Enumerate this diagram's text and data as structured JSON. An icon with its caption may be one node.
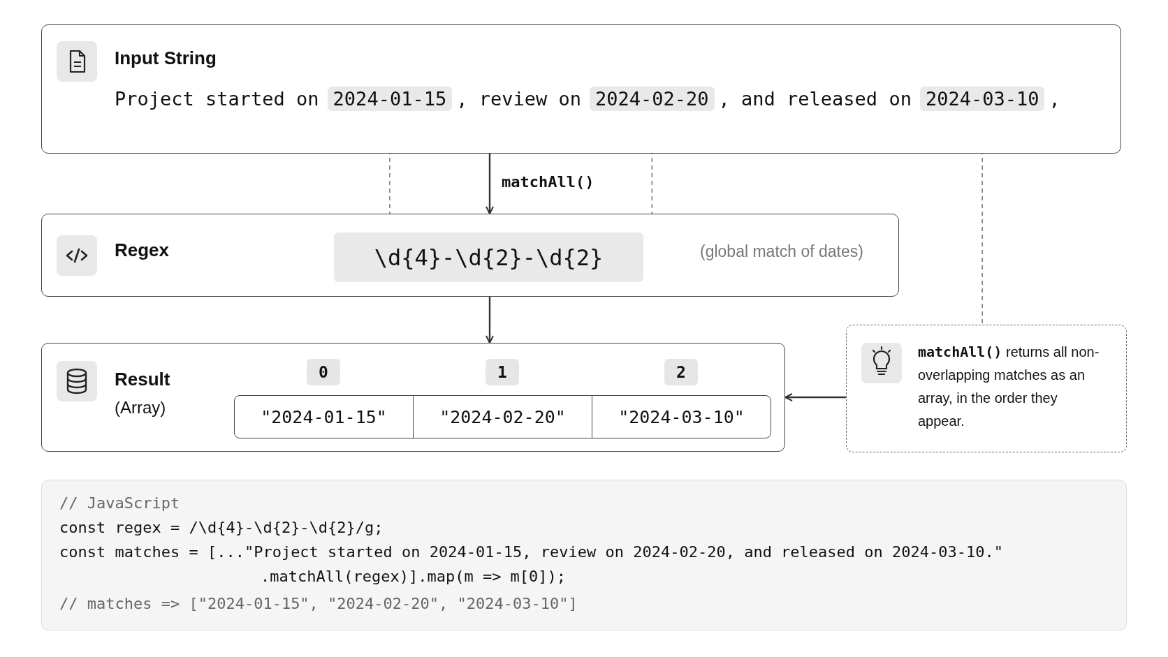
{
  "diagram": {
    "nodes": [
      {
        "text": [
          "Input String"
        ]
      },
      {
        "text": [
          "2024-01-15"
        ],
        "in": 0
      },
      {
        "text": [
          "2024-02-20"
        ],
        "in": 0
      },
      {
        "text": [
          "2024-03-10"
        ],
        "in": 0
      },
      {
        "text": [
          "Regex",
          "(global match of dates)"
        ]
      },
      {
        "text": [
          "\\d{4}-\\d{2}-\\d{2}"
        ],
        "in": 4
      },
      {
        "text": [
          "Result",
          "(Array)"
        ]
      },
      {
        "text": [
          "\"2024-01-15\""
        ],
        "in": 6,
        "beside": [
          "0"
        ]
      },
      {
        "text": [
          "\"2024-02-20\""
        ],
        "in": 6,
        "beside": [
          "1"
        ]
      },
      {
        "text": [
          "\"2024-03-10\""
        ],
        "in": 6,
        "beside": [
          "2"
        ]
      },
      {
        "text": [
          "**matchAll()** returns all non-overlapping matches as an array, in the order they appear."
        ]
      },
      {
        "text": [
          "// JavaScript",
          "const regex = /\\d{4}-\\d{2}-\\d{2}/g;",
          "const matches = [...\"Project started on 2024-01-15, review on 2024-02-20, and released on 2024-03-10.\"",
          ".matchAll(regex)].map(m => m[0]);",
          "// matches => [\"2024-01-15\", \"2024-02-20\", \"2024-03-10\"]"
        ]
      }
    ],
    "edges": [
      {
        "from": 0,
        "to": 4,
        "arrow": "to",
        "label": "matchAll()"
      },
      {
        "from": 1,
        "to": 4,
        "arrow": "other",
        "style": "dashed"
      },
      {
        "from": 2,
        "to": 4,
        "arrow": "other",
        "style": "dashed"
      },
      {
        "from": 3,
        "to": 10,
        "arrow": "other",
        "style": "dashed"
      },
      {
        "from": 4,
        "to": 6,
        "arrow": "to"
      },
      {
        "from": 10,
        "to": 6,
        "arrow": "to"
      }
    ],
    "labels": [
      "Project started on",
      ", review on",
      ", and released on",
      ","
    ]
  }
}
